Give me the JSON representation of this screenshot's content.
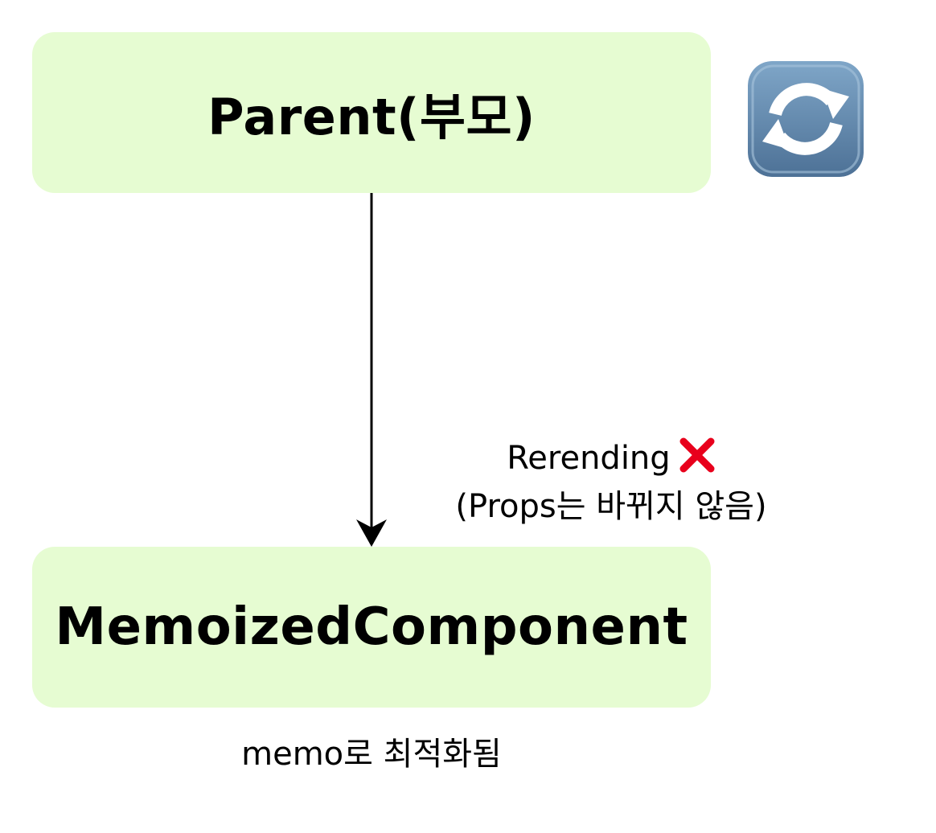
{
  "colors": {
    "node_fill": "#e6fcd2",
    "node_text": "#000000",
    "arrow": "#000000",
    "cross": "#e8001c",
    "refresh_icon_bg": "#5a7fa3",
    "refresh_icon_arrows": "#ffffff"
  },
  "nodes": {
    "parent": {
      "label": "Parent(부모)"
    },
    "memoized": {
      "label": "MemoizedComponent"
    }
  },
  "refresh_icon": {
    "icon": "counterclockwise-arrows-button"
  },
  "edge": {
    "line1": "Rerending",
    "cross_icon": "cross-mark",
    "line2": "(Props는 바뀌지 않음)"
  },
  "caption": "memo로 최적화됨"
}
